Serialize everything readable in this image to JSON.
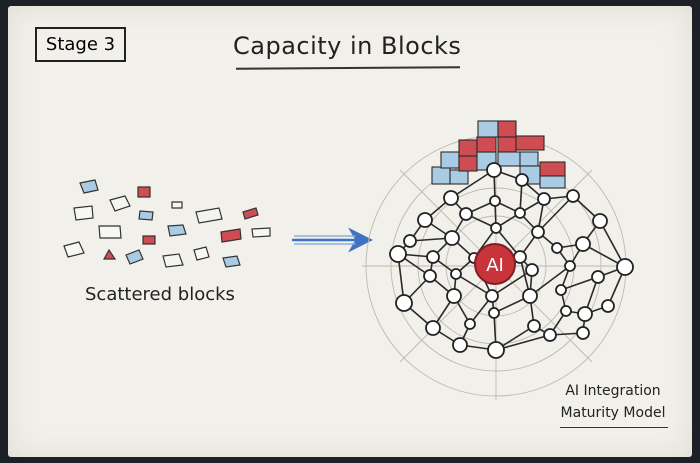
{
  "stage_label": "Stage 3",
  "title": "Capacity in Blocks",
  "scattered_caption": "Scattered blocks",
  "ai_label": "AI",
  "model_caption_line1": "AI Integration",
  "model_caption_line2": "Maturity Model",
  "colors": {
    "paper": "#f2f0ea",
    "frame": "#1c2127",
    "ink": "#222222",
    "ai_node": "#c9343b",
    "block_blue": "#a9cbe4",
    "block_red": "#cf4d52",
    "arrow_blue": "#3f73c2"
  }
}
